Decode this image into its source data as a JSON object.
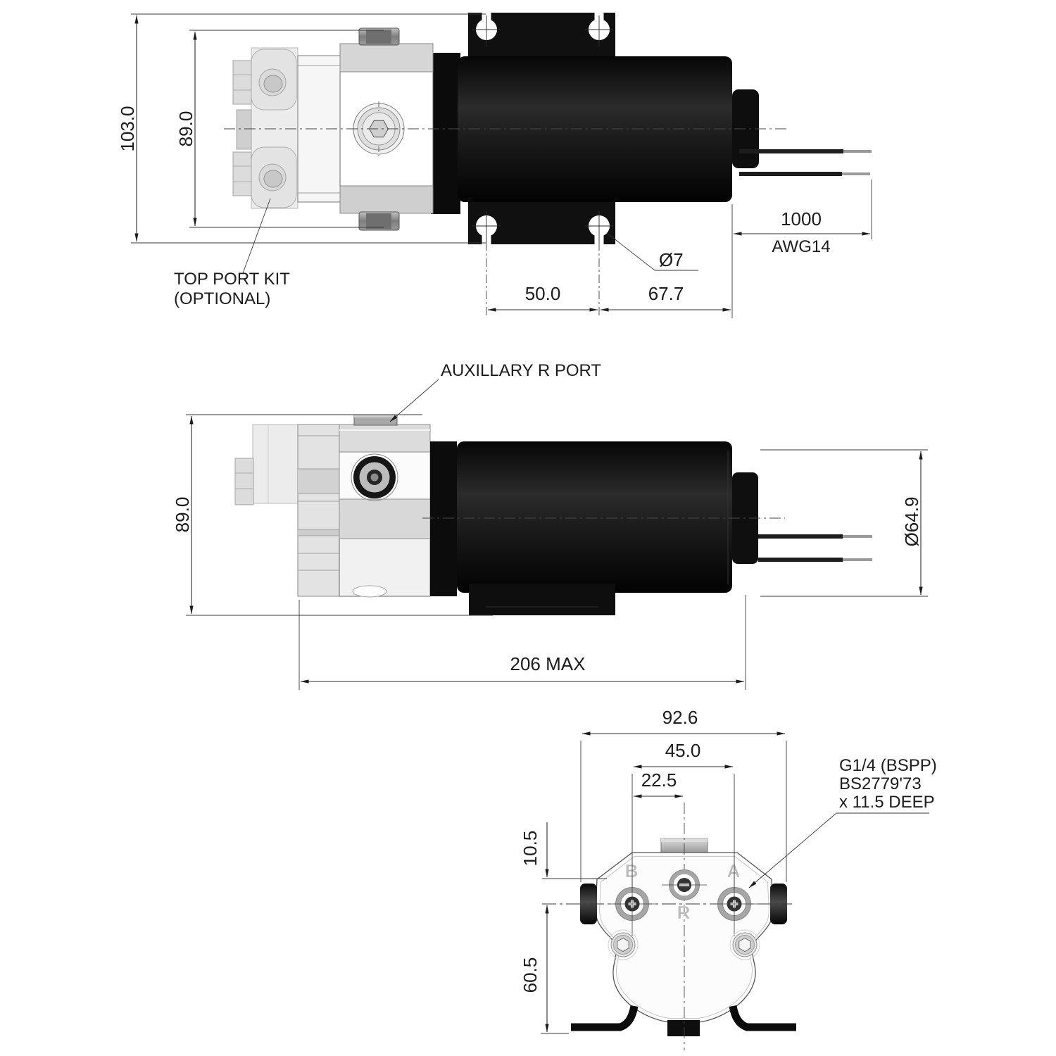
{
  "views": {
    "side_top": {
      "dims": {
        "overall_height": "103.0",
        "port_span": "89.0",
        "wire_length": "1000",
        "wire_gauge": "AWG14",
        "hole_diameter": "Ø7",
        "hole_pitch": "50.0",
        "hole_to_motor_end": "67.7"
      },
      "labels": {
        "top_port_kit_line1": "TOP PORT KIT",
        "top_port_kit_line2": "(OPTIONAL)"
      }
    },
    "side_aux": {
      "dims": {
        "body_height": "89.0",
        "motor_diameter": "Ø64.9",
        "overall_length": "206 MAX"
      },
      "labels": {
        "aux_port": "AUXILLARY R PORT"
      }
    },
    "end": {
      "dims": {
        "overall_width": "92.6",
        "port_pitch_ab": "45.0",
        "port_pitch_half": "22.5",
        "row_offset": "10.5",
        "lower_height": "60.5"
      },
      "labels": {
        "thread_line1": "G1/4 (BSPP)",
        "thread_line2": "BS2779'73",
        "thread_line3": "x 11.5 DEEP"
      },
      "ports": {
        "b": "B",
        "a": "A",
        "r": "R"
      }
    }
  }
}
